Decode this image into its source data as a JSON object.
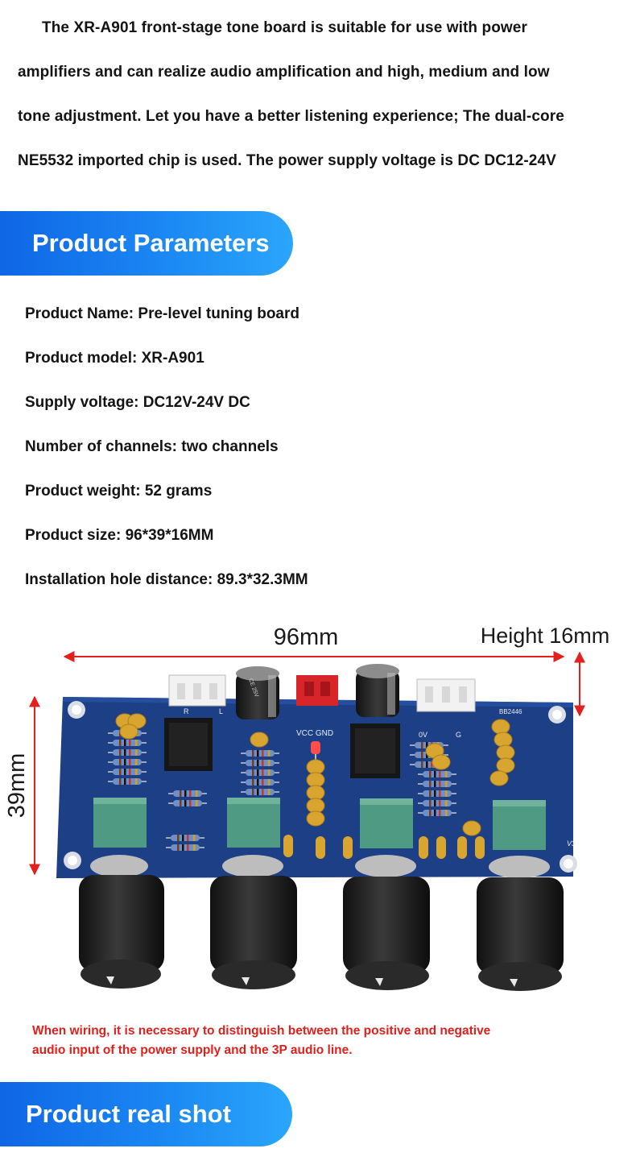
{
  "intro": {
    "lines": [
      "The XR-A901 front-stage tone board is suitable for use with power",
      "amplifiers and can realize audio amplification and high, medium and low",
      "tone adjustment. Let you have a better listening experience; The dual-core",
      "NE5532 imported chip is used. The power supply voltage is DC DC12-24V"
    ]
  },
  "banners": {
    "parameters": "Product Parameters",
    "real_shot": "Product real shot"
  },
  "parameters": [
    "Product Name: Pre-level tuning board",
    "Product model: XR-A901",
    "Supply voltage: DC12V-24V DC",
    "Number of channels: two channels",
    "Product weight: 52 grams",
    "Product size: 96*39*16MM",
    "Installation hole distance: 89.3*32.3MM"
  ],
  "photo": {
    "width_label": "96mm",
    "height_label": "Height 16mm",
    "depth_label": "39mm",
    "silk_vcc_gnd": "VCC GND",
    "silk_code": "BB2446",
    "silk_version": "V3",
    "silk_r": "R",
    "silk_l": "L",
    "silk_0v": "0V",
    "silk_g": "G",
    "silk_cap": "CE 25V",
    "colors": {
      "arrow": "#e3201b",
      "pcb": "#1d3f86",
      "knob": "#1f1f1f",
      "pot": "#4f9a83"
    }
  },
  "warning": {
    "line1": "When wiring, it is necessary to distinguish between the positive and negative",
    "line2": "audio input of the power supply and the 3P audio line."
  }
}
